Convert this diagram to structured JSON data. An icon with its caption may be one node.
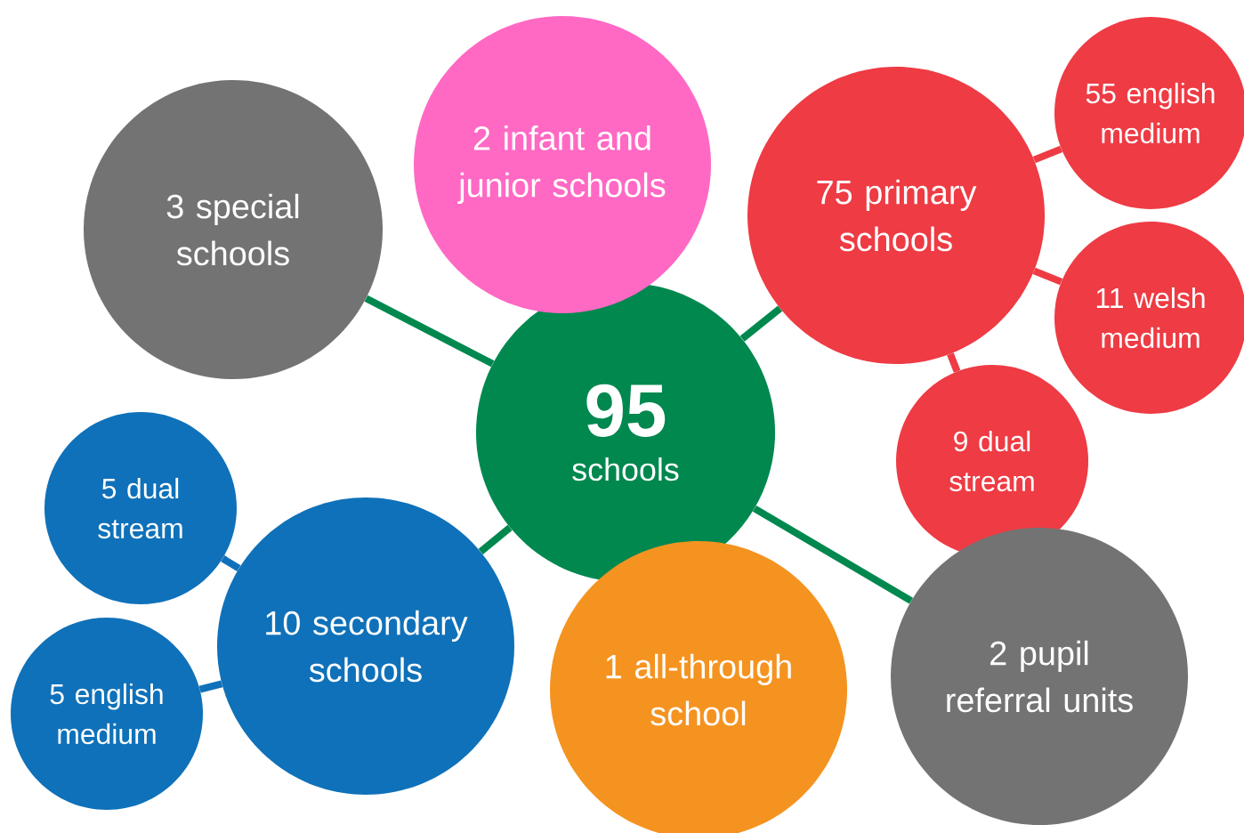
{
  "diagram": {
    "nodes": [
      {
        "text": [
          "95",
          "schools"
        ]
      },
      {
        "text": [
          "3 special schools"
        ]
      },
      {
        "text": [
          "2 infant and junior schools"
        ]
      },
      {
        "text": [
          "75 primary schools"
        ]
      },
      {
        "text": [
          "55 english medium"
        ]
      },
      {
        "text": [
          "11 welsh medium"
        ]
      },
      {
        "text": [
          "9 dual stream"
        ]
      },
      {
        "text": [
          "5 dual stream"
        ]
      },
      {
        "text": [
          "10 secondary schools"
        ]
      },
      {
        "text": [
          "5 english medium"
        ]
      },
      {
        "text": [
          "1 all-through school"
        ]
      },
      {
        "text": [
          "2 pupil referral units"
        ]
      }
    ],
    "edges": [
      {
        "from": 0,
        "to": 1,
        "arrow": "none",
        "color": "#00884f"
      },
      {
        "from": 0,
        "to": 3,
        "arrow": "none",
        "color": "#00884f"
      },
      {
        "from": 0,
        "to": 8,
        "arrow": "none",
        "color": "#00884f"
      },
      {
        "from": 0,
        "to": 11,
        "arrow": "none",
        "color": "#00884f"
      },
      {
        "from": 3,
        "to": 4,
        "arrow": "none",
        "color": "#ee3b44"
      },
      {
        "from": 3,
        "to": 5,
        "arrow": "none",
        "color": "#ee3b44"
      },
      {
        "from": 3,
        "to": 6,
        "arrow": "none",
        "color": "#ee3b44"
      },
      {
        "from": 8,
        "to": 7,
        "arrow": "none",
        "color": "#0f71b9"
      },
      {
        "from": 8,
        "to": 9,
        "arrow": "none",
        "color": "#0f71b9"
      }
    ]
  }
}
